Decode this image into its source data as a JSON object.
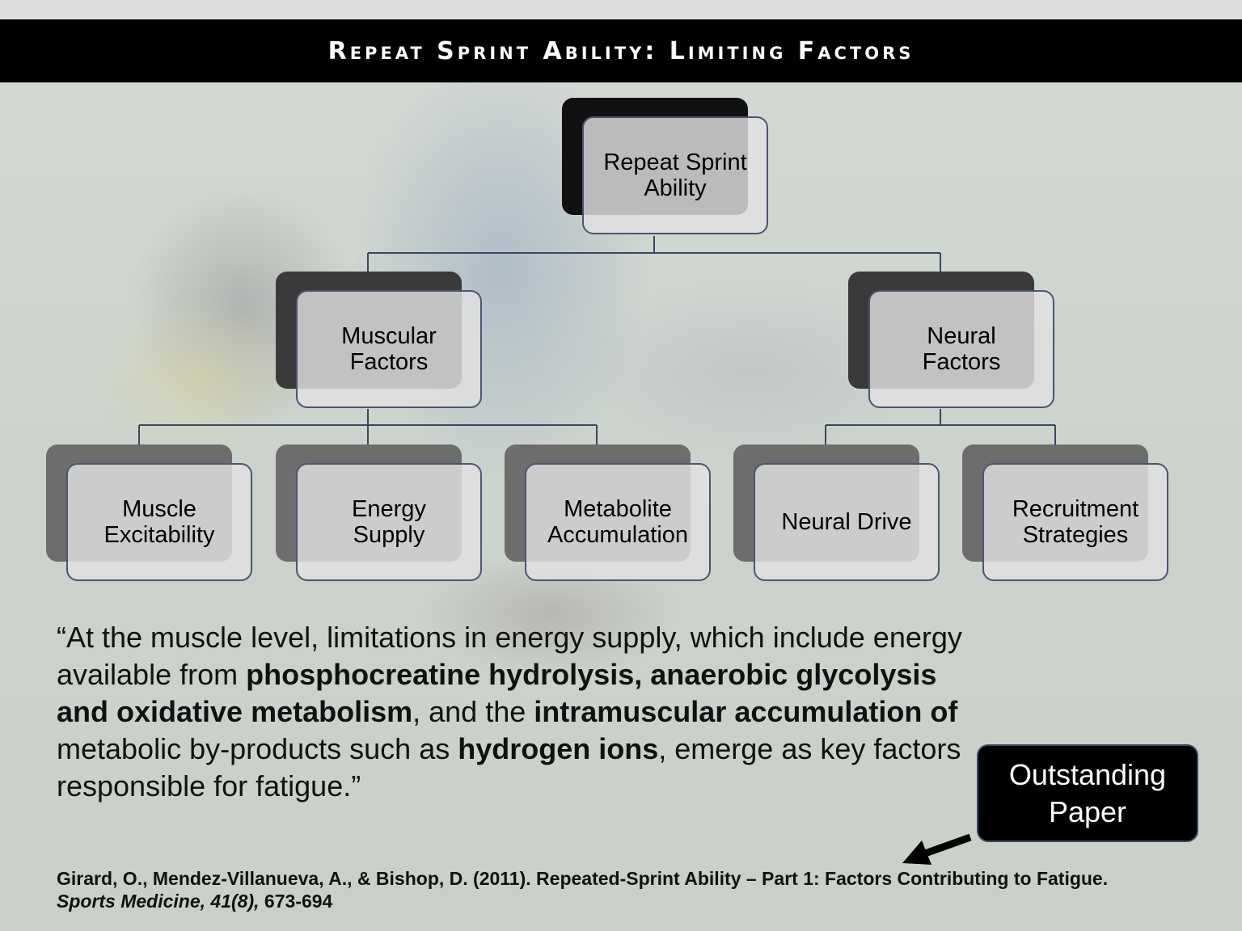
{
  "title": "Repeat Sprint Ability: Limiting Factors",
  "diagram": {
    "root": {
      "label": "Repeat Sprint\nAbility"
    },
    "level2": [
      {
        "label": "Muscular\nFactors"
      },
      {
        "label": "Neural\nFactors"
      }
    ],
    "level3": [
      {
        "label": "Muscle\nExcitability"
      },
      {
        "label": "Energy\nSupply"
      },
      {
        "label": "Metabolite\nAccumulation"
      },
      {
        "label": "Neural Drive"
      },
      {
        "label": "Recruitment\nStrategies"
      }
    ]
  },
  "quote": {
    "segments": [
      {
        "text": "“At the muscle level, limitations in energy supply, which include energy available from ",
        "bold": false
      },
      {
        "text": "phosphocreatine hydrolysis, anaerobic glycolysis and oxidative metabolism",
        "bold": true
      },
      {
        "text": ", and the ",
        "bold": false
      },
      {
        "text": "intramuscular accumulation of",
        "bold": true
      },
      {
        "text": " metabolic by-products such as ",
        "bold": false
      },
      {
        "text": "hydrogen ions",
        "bold": true
      },
      {
        "text": ", emerge as key factors responsible for fatigue.”",
        "bold": false
      }
    ]
  },
  "badge": {
    "label": "Outstanding\nPaper"
  },
  "citation": {
    "line1": "Girard, O., Mendez-Villanueva, A., & Bishop, D. (2011). Repeated-Sprint Ability – Part 1: Factors Contributing to Fatigue.",
    "journal": "Sports Medicine, 41(8),",
    "pages": " 673-694"
  },
  "colors": {
    "title_bg": "#000000",
    "node_border": "#4a5670",
    "node_fill": "#e1e1e1",
    "connector": "#3a4660"
  },
  "icons": {
    "arrow": "arrow-left-down-icon"
  }
}
